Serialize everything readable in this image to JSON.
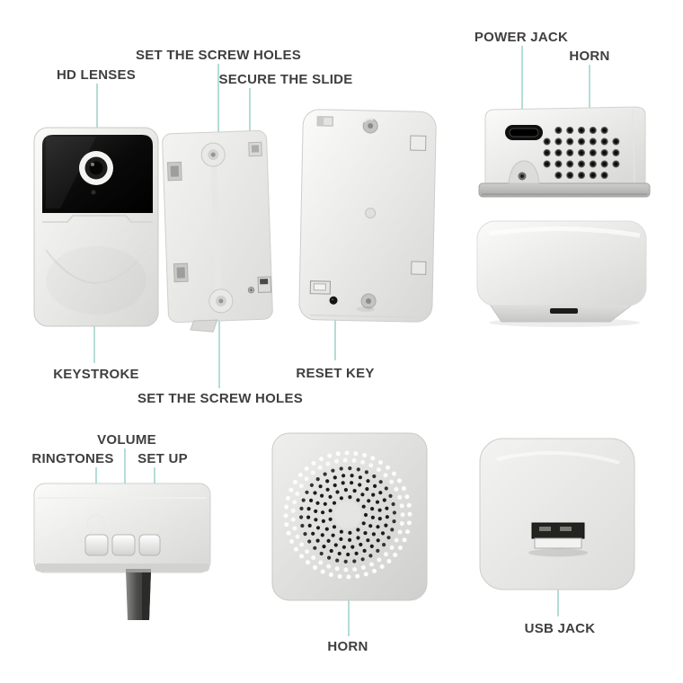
{
  "colors": {
    "background": "#ffffff",
    "label_text": "#3f3f3f",
    "leader_line": "#b4ddd7",
    "device_body_light": "#fafaf8",
    "device_body_dark": "#d8d8d6",
    "camera_panel": "#0a0a0a",
    "speaker_dot_dark": "#1c1c1c",
    "speaker_dot_light": "#fafaf8"
  },
  "labels": {
    "hd_lenses": "HD LENSES",
    "set_screw_holes_top": "SET THE SCREW HOLES",
    "secure_slide": "SECURE THE SLIDE",
    "power_jack": "POWER JACK",
    "horn_top": "HORN",
    "keystroke": "KEYSTROKE",
    "set_screw_holes_bottom": "SET THE SCREW HOLES",
    "reset_key": "RESET KEY",
    "volume": "VOLUME",
    "ringtones": "RINGTONES",
    "set_up": "SET UP",
    "horn_bottom": "HORN",
    "usb_jack": "USB JACK"
  },
  "devices": [
    {
      "name": "doorbell-front",
      "labeled_parts": [
        "HD LENSES",
        "KEYSTROKE"
      ]
    },
    {
      "name": "mounting-plate",
      "labeled_parts": [
        "SET THE SCREW HOLES",
        "SECURE THE SLIDE",
        "SET THE SCREW HOLES"
      ]
    },
    {
      "name": "doorbell-back-plate",
      "labeled_parts": [
        "RESET KEY"
      ]
    },
    {
      "name": "chime-side-view",
      "labeled_parts": [
        "POWER JACK",
        "HORN"
      ]
    },
    {
      "name": "chime-body-view",
      "labeled_parts": []
    },
    {
      "name": "chime-front-buttons",
      "labeled_parts": [
        "RINGTONES",
        "VOLUME",
        "SET UP"
      ]
    },
    {
      "name": "chime-speaker-grille",
      "labeled_parts": [
        "HORN"
      ]
    },
    {
      "name": "chime-usb-bottom",
      "labeled_parts": [
        "USB JACK"
      ]
    }
  ]
}
